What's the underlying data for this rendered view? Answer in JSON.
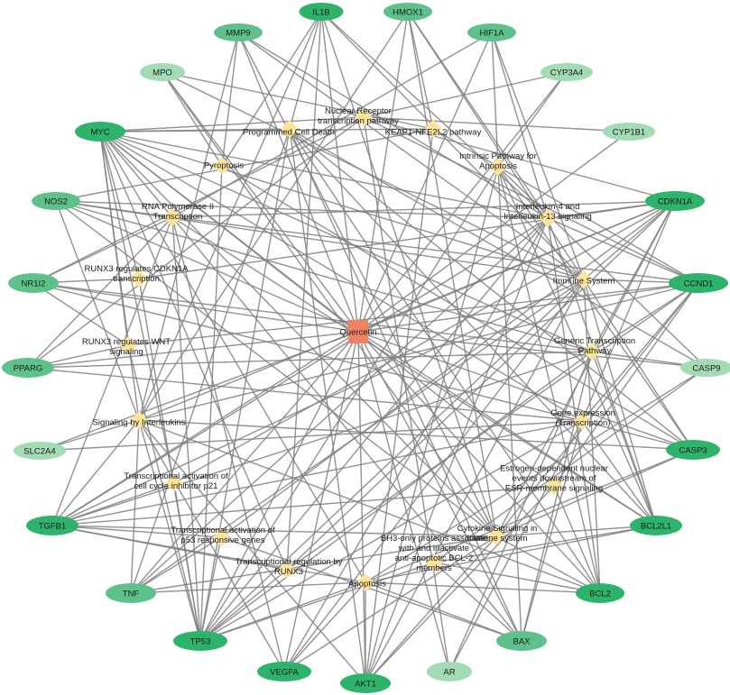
{
  "colors": {
    "edge": "#7f7f7f",
    "center": "#f08262",
    "pathway": "#fde49a",
    "gene_dark": "#2eb36a",
    "gene_mid": "#5fc18a",
    "gene_light": "#a3dbb4"
  },
  "center": {
    "id": "quercetin",
    "label": "Quercetin"
  },
  "genes": [
    {
      "id": "IL1B",
      "label": "IL1B",
      "shade": "dark"
    },
    {
      "id": "HMOX1",
      "label": "HMOX1",
      "shade": "mid"
    },
    {
      "id": "MMP9",
      "label": "MMP9",
      "shade": "mid"
    },
    {
      "id": "HIF1A",
      "label": "HIF1A",
      "shade": "mid"
    },
    {
      "id": "MPO",
      "label": "MPO",
      "shade": "light"
    },
    {
      "id": "CYP3A4",
      "label": "CYP3A4",
      "shade": "light"
    },
    {
      "id": "MYC",
      "label": "MYC",
      "shade": "dark"
    },
    {
      "id": "CYP1B1",
      "label": "CYP1B1",
      "shade": "light"
    },
    {
      "id": "NOS2",
      "label": "NOS2",
      "shade": "mid"
    },
    {
      "id": "CDKN1A",
      "label": "CDKN1A",
      "shade": "dark"
    },
    {
      "id": "NR1I2",
      "label": "NR1I2",
      "shade": "mid"
    },
    {
      "id": "CCND1",
      "label": "CCND1",
      "shade": "dark"
    },
    {
      "id": "PPARG",
      "label": "PPARG",
      "shade": "mid"
    },
    {
      "id": "CASP9",
      "label": "CASP9",
      "shade": "light"
    },
    {
      "id": "SLC2A4",
      "label": "SLC2A4",
      "shade": "light"
    },
    {
      "id": "CASP3",
      "label": "CASP3",
      "shade": "dark"
    },
    {
      "id": "TGFB1",
      "label": "TGFB1",
      "shade": "dark"
    },
    {
      "id": "BCL2L1",
      "label": "BCL2L1",
      "shade": "dark"
    },
    {
      "id": "TNF",
      "label": "TNF",
      "shade": "mid"
    },
    {
      "id": "BCL2",
      "label": "BCL2",
      "shade": "dark"
    },
    {
      "id": "TP53",
      "label": "TP53",
      "shade": "dark"
    },
    {
      "id": "BAX",
      "label": "BAX",
      "shade": "mid"
    },
    {
      "id": "VEGFA",
      "label": "VEGFA",
      "shade": "dark"
    },
    {
      "id": "AKT1",
      "label": "AKT1",
      "shade": "dark"
    },
    {
      "id": "AR",
      "label": "AR",
      "shade": "light"
    }
  ],
  "pathways": [
    {
      "id": "P1",
      "lines": [
        "Programmed Cell Death"
      ]
    },
    {
      "id": "P2",
      "lines": [
        "Nuclear Receptor",
        "transcription pathway"
      ]
    },
    {
      "id": "P3",
      "lines": [
        "KEAP1-NFE2L2 pathway"
      ]
    },
    {
      "id": "P4",
      "lines": [
        "Pyroptosis"
      ]
    },
    {
      "id": "P5",
      "lines": [
        "Intrinsic Pathway for",
        "Apoptosis"
      ]
    },
    {
      "id": "P6",
      "lines": [
        "RNA Polymerase II",
        "Transcription"
      ]
    },
    {
      "id": "P7",
      "lines": [
        "Interleukin-4 and",
        "Interleukin-13 signaling"
      ]
    },
    {
      "id": "P8",
      "lines": [
        "RUNX3 regulates CDKN1A",
        "transcription"
      ]
    },
    {
      "id": "P9",
      "lines": [
        "Immune System"
      ]
    },
    {
      "id": "P10",
      "lines": [
        "RUNX3 regulates WNT",
        "signaling"
      ]
    },
    {
      "id": "P11",
      "lines": [
        "Generic Transcription",
        "Pathway"
      ]
    },
    {
      "id": "P12",
      "lines": [
        "Gene expression",
        "(Transcription)"
      ]
    },
    {
      "id": "P13",
      "lines": [
        "Signaling by Interleukins"
      ]
    },
    {
      "id": "P14",
      "lines": [
        "Transcriptional  activation of",
        "cell cycle inhibitor p21"
      ]
    },
    {
      "id": "P15",
      "lines": [
        "Estrogen-dependent nuclear",
        "events downstream of",
        "ESR-membrane signaling"
      ]
    },
    {
      "id": "P16",
      "lines": [
        "Transcriptional activation of",
        "p53 responsive genes"
      ]
    },
    {
      "id": "P17",
      "lines": [
        "Cytokine Signaling in",
        "Immune system"
      ]
    },
    {
      "id": "P18",
      "lines": [
        "Transcriptional regulation by",
        "RUNX3"
      ]
    },
    {
      "id": "P19",
      "lines": [
        "BH3-only proteins associate",
        "with and inactivate",
        "anti-apoptotic BCL-2",
        "members"
      ]
    },
    {
      "id": "P20",
      "lines": [
        "Apoptosis"
      ]
    }
  ],
  "edges": [
    [
      "P1",
      "IL1B"
    ],
    [
      "P1",
      "MYC"
    ],
    [
      "P1",
      "TP53"
    ],
    [
      "P1",
      "CASP3"
    ],
    [
      "P1",
      "CASP9"
    ],
    [
      "P1",
      "BAX"
    ],
    [
      "P1",
      "BCL2"
    ],
    [
      "P1",
      "AKT1"
    ],
    [
      "P1",
      "TNF"
    ],
    [
      "P1",
      "BCL2L1"
    ],
    [
      "P2",
      "MYC"
    ],
    [
      "P2",
      "CDKN1A"
    ],
    [
      "P2",
      "CCND1"
    ],
    [
      "P2",
      "PPARG"
    ],
    [
      "P2",
      "NR1I2"
    ],
    [
      "P2",
      "CYP3A4"
    ],
    [
      "P2",
      "AR"
    ],
    [
      "P2",
      "CYP1B1"
    ],
    [
      "P3",
      "HMOX1"
    ],
    [
      "P3",
      "MYC"
    ],
    [
      "P3",
      "NOS2"
    ],
    [
      "P3",
      "CCND1"
    ],
    [
      "P3",
      "AKT1"
    ],
    [
      "P3",
      "MPO"
    ],
    [
      "P4",
      "IL1B"
    ],
    [
      "P4",
      "MMP9"
    ],
    [
      "P4",
      "CASP3"
    ],
    [
      "P4",
      "TP53"
    ],
    [
      "P4",
      "MPO"
    ],
    [
      "P5",
      "HIF1A"
    ],
    [
      "P5",
      "BAX"
    ],
    [
      "P5",
      "BCL2"
    ],
    [
      "P5",
      "BCL2L1"
    ],
    [
      "P5",
      "CASP9"
    ],
    [
      "P5",
      "CASP3"
    ],
    [
      "P5",
      "TP53"
    ],
    [
      "P5",
      "AKT1"
    ],
    [
      "P5",
      "CYP3A4"
    ],
    [
      "P6",
      "MYC"
    ],
    [
      "P6",
      "NOS2"
    ],
    [
      "P6",
      "NR1I2"
    ],
    [
      "P6",
      "CDKN1A"
    ],
    [
      "P6",
      "CCND1"
    ],
    [
      "P6",
      "TP53"
    ],
    [
      "P6",
      "PPARG"
    ],
    [
      "P6",
      "TGFB1"
    ],
    [
      "P6",
      "VEGFA"
    ],
    [
      "P6",
      "BAX"
    ],
    [
      "P6",
      "HIF1A"
    ],
    [
      "P6",
      "BCL2L1"
    ],
    [
      "P7",
      "IL1B"
    ],
    [
      "P7",
      "HMOX1"
    ],
    [
      "P7",
      "MMP9"
    ],
    [
      "P7",
      "HIF1A"
    ],
    [
      "P7",
      "MYC"
    ],
    [
      "P7",
      "CDKN1A"
    ],
    [
      "P7",
      "CCND1"
    ],
    [
      "P7",
      "TGFB1"
    ],
    [
      "P7",
      "TNF"
    ],
    [
      "P7",
      "TP53"
    ],
    [
      "P7",
      "VEGFA"
    ],
    [
      "P7",
      "BCL2"
    ],
    [
      "P7",
      "BCL2L1"
    ],
    [
      "P7",
      "AKT1"
    ],
    [
      "P7",
      "NOS2"
    ],
    [
      "P8",
      "CDKN1A"
    ],
    [
      "P8",
      "NR1I2"
    ],
    [
      "P8",
      "MYC"
    ],
    [
      "P8",
      "TP53"
    ],
    [
      "P9",
      "IL1B"
    ],
    [
      "P9",
      "HMOX1"
    ],
    [
      "P9",
      "MMP9"
    ],
    [
      "P9",
      "HIF1A"
    ],
    [
      "P9",
      "MYC"
    ],
    [
      "P9",
      "CDKN1A"
    ],
    [
      "P9",
      "CCND1"
    ],
    [
      "P9",
      "NOS2"
    ],
    [
      "P9",
      "TGFB1"
    ],
    [
      "P9",
      "TNF"
    ],
    [
      "P9",
      "TP53"
    ],
    [
      "P9",
      "VEGFA"
    ],
    [
      "P9",
      "BCL2"
    ],
    [
      "P9",
      "BCL2L1"
    ],
    [
      "P9",
      "AKT1"
    ],
    [
      "P9",
      "MPO"
    ],
    [
      "P9",
      "CASP3"
    ],
    [
      "P10",
      "MYC"
    ],
    [
      "P10",
      "CCND1"
    ],
    [
      "P10",
      "NR1I2"
    ],
    [
      "P10",
      "PPARG"
    ],
    [
      "P10",
      "TP53"
    ],
    [
      "P11",
      "MYC"
    ],
    [
      "P11",
      "CDKN1A"
    ],
    [
      "P11",
      "CCND1"
    ],
    [
      "P11",
      "PPARG"
    ],
    [
      "P11",
      "NR1I2"
    ],
    [
      "P11",
      "AR"
    ],
    [
      "P11",
      "TP53"
    ],
    [
      "P11",
      "TGFB1"
    ],
    [
      "P11",
      "BAX"
    ],
    [
      "P11",
      "BCL2L1"
    ],
    [
      "P11",
      "CASP9"
    ],
    [
      "P11",
      "NOS2"
    ],
    [
      "P12",
      "MYC"
    ],
    [
      "P12",
      "CDKN1A"
    ],
    [
      "P12",
      "CCND1"
    ],
    [
      "P12",
      "PPARG"
    ],
    [
      "P12",
      "NR1I2"
    ],
    [
      "P12",
      "AR"
    ],
    [
      "P12",
      "TP53"
    ],
    [
      "P12",
      "TGFB1"
    ],
    [
      "P12",
      "BAX"
    ],
    [
      "P12",
      "BCL2L1"
    ],
    [
      "P12",
      "CASP3"
    ],
    [
      "P12",
      "SLC2A4"
    ],
    [
      "P13",
      "IL1B"
    ],
    [
      "P13",
      "HMOX1"
    ],
    [
      "P13",
      "MMP9"
    ],
    [
      "P13",
      "MYC"
    ],
    [
      "P13",
      "CDKN1A"
    ],
    [
      "P13",
      "CCND1"
    ],
    [
      "P13",
      "NOS2"
    ],
    [
      "P13",
      "SLC2A4"
    ],
    [
      "P13",
      "TGFB1"
    ],
    [
      "P13",
      "TNF"
    ],
    [
      "P13",
      "TP53"
    ],
    [
      "P13",
      "VEGFA"
    ],
    [
      "P13",
      "BCL2"
    ],
    [
      "P13",
      "AKT1"
    ],
    [
      "P13",
      "CASP3"
    ],
    [
      "P14",
      "CDKN1A"
    ],
    [
      "P14",
      "TP53"
    ],
    [
      "P14",
      "TGFB1"
    ],
    [
      "P14",
      "MYC"
    ],
    [
      "P15",
      "CCND1"
    ],
    [
      "P15",
      "MYC"
    ],
    [
      "P15",
      "AKT1"
    ],
    [
      "P15",
      "BCL2"
    ],
    [
      "P15",
      "TGFB1"
    ],
    [
      "P16",
      "TP53"
    ],
    [
      "P16",
      "CDKN1A"
    ],
    [
      "P16",
      "BAX"
    ],
    [
      "P16",
      "TGFB1"
    ],
    [
      "P16",
      "TNF"
    ],
    [
      "P17",
      "IL1B"
    ],
    [
      "P17",
      "HMOX1"
    ],
    [
      "P17",
      "MMP9"
    ],
    [
      "P17",
      "MYC"
    ],
    [
      "P17",
      "CDKN1A"
    ],
    [
      "P17",
      "CCND1"
    ],
    [
      "P17",
      "TNF"
    ],
    [
      "P17",
      "TGFB1"
    ],
    [
      "P17",
      "VEGFA"
    ],
    [
      "P17",
      "BCL2"
    ],
    [
      "P17",
      "BCL2L1"
    ],
    [
      "P17",
      "AKT1"
    ],
    [
      "P17",
      "CASP3"
    ],
    [
      "P17",
      "NOS2"
    ],
    [
      "P17",
      "MPO"
    ],
    [
      "P18",
      "CDKN1A"
    ],
    [
      "P18",
      "MYC"
    ],
    [
      "P18",
      "CCND1"
    ],
    [
      "P18",
      "TP53"
    ],
    [
      "P18",
      "TGFB1"
    ],
    [
      "P18",
      "IL1B"
    ],
    [
      "P19",
      "BAX"
    ],
    [
      "P19",
      "BCL2"
    ],
    [
      "P19",
      "BCL2L1"
    ],
    [
      "P19",
      "TP53"
    ],
    [
      "P19",
      "CASP9"
    ],
    [
      "P20",
      "BAX"
    ],
    [
      "P20",
      "BCL2"
    ],
    [
      "P20",
      "BCL2L1"
    ],
    [
      "P20",
      "CASP9"
    ],
    [
      "P20",
      "CASP3"
    ],
    [
      "P20",
      "TP53"
    ],
    [
      "P20",
      "AKT1"
    ],
    [
      "P20",
      "TNF"
    ],
    [
      "P20",
      "TGFB1"
    ],
    [
      "P20",
      "VEGFA"
    ],
    [
      "P20",
      "MYC"
    ],
    [
      "quercetin",
      "IL1B"
    ],
    [
      "quercetin",
      "HMOX1"
    ],
    [
      "quercetin",
      "MMP9"
    ],
    [
      "quercetin",
      "HIF1A"
    ],
    [
      "quercetin",
      "MPO"
    ],
    [
      "quercetin",
      "CYP3A4"
    ],
    [
      "quercetin",
      "MYC"
    ],
    [
      "quercetin",
      "CYP1B1"
    ],
    [
      "quercetin",
      "NOS2"
    ],
    [
      "quercetin",
      "CDKN1A"
    ],
    [
      "quercetin",
      "NR1I2"
    ],
    [
      "quercetin",
      "CCND1"
    ],
    [
      "quercetin",
      "PPARG"
    ],
    [
      "quercetin",
      "CASP9"
    ],
    [
      "quercetin",
      "SLC2A4"
    ],
    [
      "quercetin",
      "CASP3"
    ],
    [
      "quercetin",
      "TGFB1"
    ],
    [
      "quercetin",
      "BCL2L1"
    ],
    [
      "quercetin",
      "TNF"
    ],
    [
      "quercetin",
      "BCL2"
    ],
    [
      "quercetin",
      "TP53"
    ],
    [
      "quercetin",
      "BAX"
    ],
    [
      "quercetin",
      "VEGFA"
    ],
    [
      "quercetin",
      "AKT1"
    ],
    [
      "quercetin",
      "AR"
    ]
  ]
}
